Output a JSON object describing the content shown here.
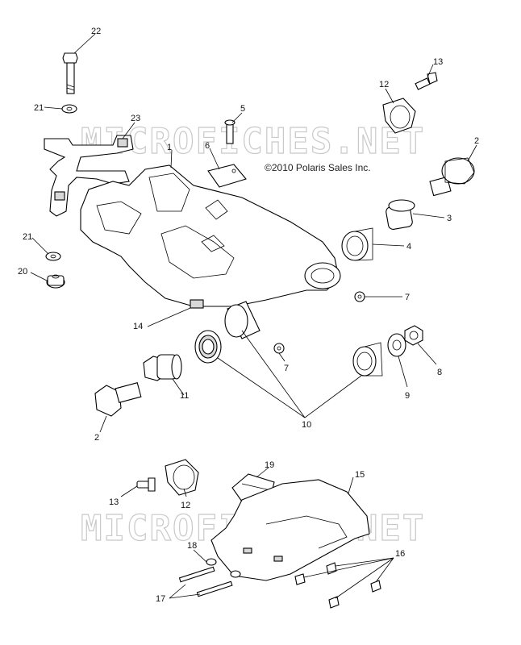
{
  "copyright": "©2010 Polaris Sales Inc.",
  "watermark": "MICROFICHES.NET",
  "callouts": {
    "c22": "22",
    "c21a": "21",
    "c23": "23",
    "c1": "1",
    "c6": "6",
    "c5": "5",
    "c12a": "12",
    "c13a": "13",
    "c2a": "2",
    "c3": "3",
    "c4": "4",
    "c7a": "7",
    "c21b": "21",
    "c20": "20",
    "c14": "14",
    "c7b": "7",
    "c8": "8",
    "c9": "9",
    "c11": "11",
    "c10": "10",
    "c2b": "2",
    "c13b": "13",
    "c12b": "12",
    "c19": "19",
    "c15": "15",
    "c18": "18",
    "c16": "16",
    "c17": "17"
  }
}
